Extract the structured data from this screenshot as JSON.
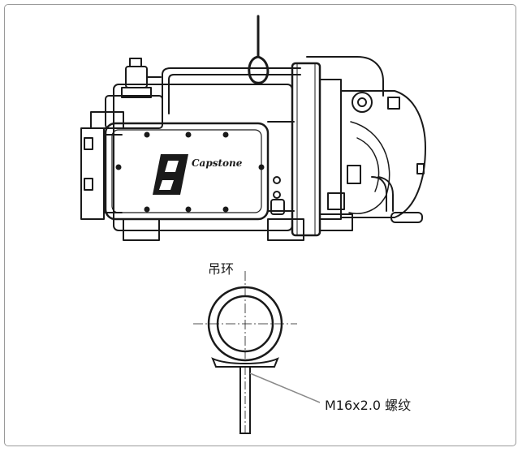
{
  "diagram": {
    "brand_logo": "Capstone",
    "lifting_ring_label": "吊环",
    "thread_label": "M16x2.0 螺纹",
    "colors": {
      "line": "#1a1a1a",
      "frame": "#9a9a9a",
      "leader": "#8a8a8a",
      "background": "#ffffff"
    }
  }
}
